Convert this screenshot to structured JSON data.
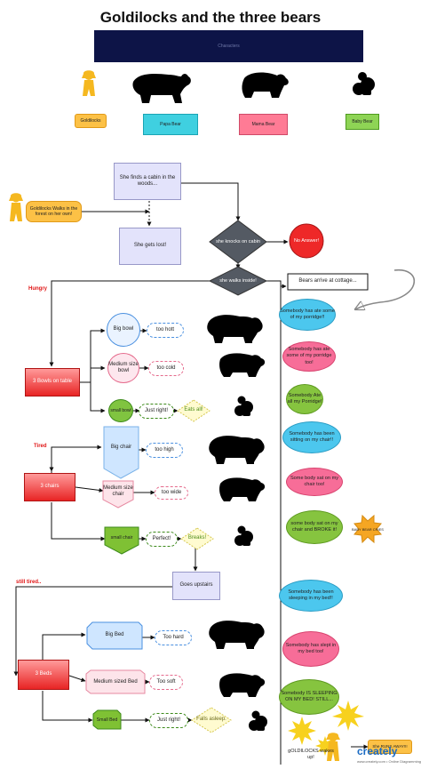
{
  "title": "Goldilocks and the three bears",
  "characters_band": "Characters",
  "characters": {
    "goldilocks": "Goldilocks",
    "papa_bear": "Papa Bear",
    "mama_bear": "Mama Bear",
    "baby_bear": "Baby Bear"
  },
  "flow": {
    "walks_in_forest": "Goldilocks Walks in the forest on her own!",
    "finds_cabin": "She finds a cabin in the woods...",
    "gets_lost": "She gets lost!",
    "knocks_on_cabin": "she knocks on cabin",
    "no_answer": "No Answer!",
    "walks_inside": "she walks inside!",
    "bears_arrive": "Bears arrive at cottage...",
    "goes_upstairs": "Goes upstairs",
    "goldilocks_wakes_up": "gOLDILOCKS wakes up!",
    "she_runs_away": "She RUNS AWAY!!!"
  },
  "sections": {
    "hungry": {
      "label": "Hungry",
      "hub": "3 Bowls on table",
      "items": [
        {
          "name": "Big bowl",
          "result": "too hott"
        },
        {
          "name": "Medium size bowl",
          "result": "too cold"
        },
        {
          "name": "small bowl",
          "result": "Just right!",
          "extra": "Eats all!"
        }
      ]
    },
    "tired": {
      "label": "Tired",
      "hub": "3 chairs",
      "items": [
        {
          "name": "Big chair",
          "result": "too high"
        },
        {
          "name": "Medium size chair",
          "result": "too wide"
        },
        {
          "name": "small chair",
          "result": "Perfect!",
          "extra": "Breaks!"
        }
      ]
    },
    "still_tired": {
      "label": "still tired..",
      "hub": "3 Beds",
      "items": [
        {
          "name": "Big Bed",
          "result": "Too hard"
        },
        {
          "name": "Medium sized Bed",
          "result": "Too soft"
        },
        {
          "name": "Small Bed",
          "result": "Just right!",
          "extra": "Falls asleep."
        }
      ]
    }
  },
  "bubbles": [
    "Somebody has ate some of my porridge!!",
    "Somebody has ate some of my porridge too!",
    "Somebody Ate all my Porridge!",
    "Somebody has been sitting on my chair!!",
    "Some body sat on my chair too!",
    "some body sat on my chair and BROKE it!",
    "Somebody has been sleeping in my bed!!",
    "Somebody has slept in my bed too!",
    "Somebody IS SLEEPING ON MY BED! STILL..."
  ],
  "baby_bear_cries": "BABY BEAR CRIES",
  "watermark": {
    "brand": "creately",
    "sub": "www.creately.com • Online Diagramming"
  },
  "colors": {
    "title_band": "#0d1447",
    "hub_red": "#e82424",
    "label_red": "#e01414",
    "bubble_blue": "#4cc7ee",
    "bubble_pink": "#f76d98",
    "bubble_green": "#86c43f",
    "goldilocks_yellow": "#f5b820",
    "bear_black": "#000000"
  }
}
